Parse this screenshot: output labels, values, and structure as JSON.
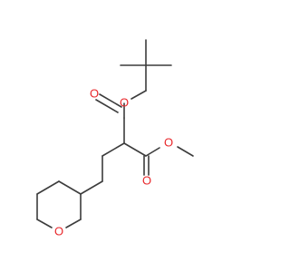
{
  "molecule": {
    "atoms": [
      {
        "id": "o_ester_tbu",
        "label": "O"
      },
      {
        "id": "o_carbonyl_1",
        "label": "O"
      },
      {
        "id": "o_ester_me",
        "label": "O"
      },
      {
        "id": "o_carbonyl_2",
        "label": "O"
      },
      {
        "id": "o_ring",
        "label": "O"
      }
    ]
  },
  "colors": {
    "bond": "#3c3c3c",
    "oxygen": "#e8262a",
    "background": "#ffffff"
  }
}
